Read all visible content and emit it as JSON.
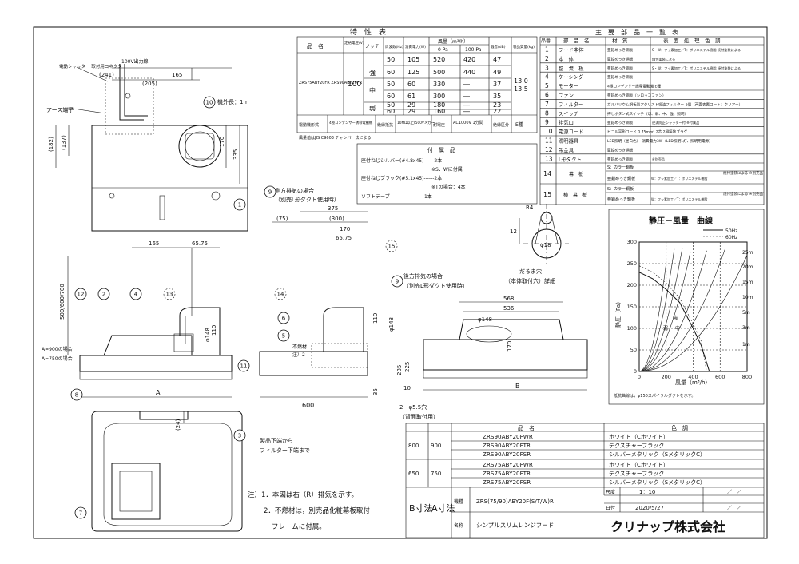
{
  "spec": {
    "title": "特　性　表",
    "h_name": "品　名",
    "h_volt": "定格電圧(V)",
    "h_notch": "ノッチ",
    "h_freq": "周波数(Hz)",
    "h_power": "消費電力(W)",
    "h_flow": "風量（m³/h）",
    "h_flow0": "0 Pa",
    "h_flow100": "100 Pa",
    "h_noise": "騒音(dB)",
    "h_mass": "製品質量(kg)",
    "models": "ZRS75ABY20FR ZRS90ABY20FR",
    "volt": "100",
    "notches": [
      "強",
      "中",
      "弱"
    ],
    "rows": [
      [
        "50",
        "105",
        "520",
        "420",
        "47"
      ],
      [
        "60",
        "125",
        "500",
        "440",
        "49"
      ],
      [
        "50",
        "60",
        "330",
        "―",
        "37"
      ],
      [
        "60",
        "61",
        "300",
        "―",
        "35"
      ],
      [
        "50",
        "29",
        "180",
        "―",
        "23"
      ],
      [
        "60",
        "29",
        "160",
        "―",
        "22"
      ]
    ],
    "mass": [
      "13.0",
      "13.5"
    ],
    "foot_motor_h": "電動機形式",
    "foot_motor": "4極コンデンサー誘導電動機",
    "foot_ins_h": "絶縁抵抗",
    "foot_ins": "10MΩ以上(500Vメガー)",
    "foot_vol_h": "耐電圧",
    "foot_vol": "AC1000V 1分間",
    "foot_cls_h": "絶縁区分",
    "foot_cls": "E種",
    "note": "風量值はJIS C9603 チャンバー法による"
  },
  "acc": {
    "title": "付　属　品",
    "l1": "座付ねじシルバー(#4.8x45)------2本",
    "l2": "※S．Wに付属",
    "l3": "座付ねじブラック(#5.1x45)------2本",
    "l4": "※Tの場合：4本",
    "l5": "ソフトテープ--------------------1本"
  },
  "parts": {
    "title": "主　要　部　品　一　覧　表",
    "h_no": "品番",
    "h_name": "部　品　名",
    "h_mat": "材　質",
    "h_fin": "表　面　処　理　色　調",
    "rows": [
      {
        "no": "1",
        "name": "フード本体",
        "mat": "亜鉛めっき鋼板",
        "fin": "S・W：フッ素加工／T：ポリエステル樹脂 焼付塗装による"
      },
      {
        "no": "2",
        "name": "本　体",
        "mat": "亜鉛めっき鋼板",
        "fin": "焼付塗装による"
      },
      {
        "no": "3",
        "name": "整　流　板",
        "mat": "亜鉛めっき鋼板",
        "fin": "S・W：フッ素加工／T：ポリエステル樹脂 焼付塗装による"
      },
      {
        "no": "4",
        "name": "ケーシング",
        "mat": "亜鉛めっき鋼板",
        "fin": ""
      },
      {
        "no": "5",
        "name": "モーター",
        "mat": "4極コンデンサー誘導電動機 E種",
        "fin": ""
      },
      {
        "no": "6",
        "name": "ファン",
        "mat": "亜鉛めっき鋼板（シロッコファン）",
        "fin": ""
      },
      {
        "no": "7",
        "name": "フィルター",
        "mat": "ガルバリウム鋼板製アクリスト吸油フィルター 1個（両面表裏コート：クリアー）",
        "fin": ""
      },
      {
        "no": "8",
        "name": "スイッチ",
        "mat": "押しボタン式スイッチ（切、弱、中、強、照明）",
        "fin": ""
      },
      {
        "no": "9",
        "name": "排気口",
        "mat": "亜鉛めっき鋼板",
        "fin": "逆流防止シャッター付 ※付属品"
      },
      {
        "no": "10",
        "name": "電源コード",
        "mat": "ビニル平形コード 0.75mm² 2芯 2極接地プラグ",
        "fin": ""
      },
      {
        "no": "11",
        "name": "照明器具",
        "mat": "LED照明（昼白色）　消費電力3W（LED照明1灯、照明用電源）",
        "fin": ""
      },
      {
        "no": "12",
        "name": "吊金具",
        "mat": "亜鉛めっき鋼板",
        "fin": ""
      },
      {
        "no": "13",
        "name": "L形ダクト",
        "mat": "亜鉛めっき鋼板",
        "fin": "※別売品"
      }
    ],
    "r14_no": "14",
    "r14_name": "幕　板",
    "r14_a": "S：カラー鋼板",
    "r14_b": "亜鉛めっき鋼板",
    "r14_bfin": "W：フッ素加工／T：ポリエステル樹脂",
    "r14_fin": "焼付塗装による ※別売品",
    "r15_no": "15",
    "r15_name": "横　幕　板",
    "r15_a": "S：カラー鋼板",
    "r15_b": "亜鉛めっき鋼板",
    "r15_bfin": "W：フッ素加工／T：ポリエステル樹脂",
    "r15_fin": "焼付塗装による ※別売品"
  },
  "chart_data": {
    "type": "line",
    "title": "静圧－風量　曲線",
    "legend": [
      "50Hz",
      "60Hz"
    ],
    "legend_placement": "top-right",
    "ylabel": "静圧（Pa）",
    "xlabel": "風量（m³/h）",
    "x_ticks": [
      "0",
      "200",
      "400",
      "600",
      "800"
    ],
    "y_ticks": [
      "0",
      "50",
      "100",
      "150",
      "200",
      "250",
      "300"
    ],
    "xlim": [
      0,
      800
    ],
    "ylim": [
      0,
      300
    ],
    "curve_labels": [
      "強",
      "中",
      "弱"
    ],
    "duct_labels": [
      "1m",
      "3m",
      "5m",
      "10m",
      "15m",
      "20m",
      "25m"
    ],
    "series": [
      {
        "name": "50Hz",
        "x": [
          0,
          100,
          200,
          300,
          400,
          460,
          520
        ],
        "y": [
          230,
          215,
          190,
          160,
          100,
          60,
          0
        ]
      },
      {
        "name": "60Hz",
        "x": [
          0,
          100,
          200,
          300,
          400,
          460,
          500
        ],
        "y": [
          245,
          230,
          205,
          170,
          110,
          70,
          0
        ]
      }
    ],
    "note": "抵抗曲線は，φ150スパイラルダクトを示す。"
  },
  "hole": {
    "r": "R4",
    "d": "φ18",
    "h": "12",
    "label1": "だるま穴",
    "label2": "（本体取付穴）詳細"
  },
  "drawing": {
    "cord_label": "100V出力線",
    "shutter_label": "電動シャッター 取付用コネクター",
    "earth_label": "アース端子",
    "cord_len": "機外長：1m",
    "side_duct": "側方排気の場合",
    "side_duct2": "（別売L形ダクト使用時）",
    "back_duct": "後方排気の場合",
    "back_duct2": "（別売L形ダクト使用時）",
    "non_mat": "不燃材",
    "non_mat2": "注）2",
    "a900": "A=900の場合",
    "a750": "A=750の場合",
    "height_range": "500/600/700",
    "bottom_note1": "製品下端から",
    "bottom_note2": "フィルター下端まで",
    "back_hole": "2－φ5.5穴",
    "back_hole2": "（背面取付用）",
    "dims": [
      "(241)",
      "(205)",
      "165",
      "(182)",
      "(137)",
      "170",
      "335",
      "165",
      "65.75",
      "110",
      "φ148",
      "375",
      "(75)",
      "(300)",
      "170",
      "65.75",
      "110",
      "φ148",
      "35",
      "235",
      "225",
      "10",
      "600",
      "568",
      "536",
      "φ148",
      "170",
      "(24)",
      "A",
      "B"
    ],
    "balloons": [
      "1",
      "2",
      "3",
      "4",
      "5",
      "6",
      "7",
      "8",
      "9",
      "10",
      "11",
      "12",
      "13",
      "14",
      "15"
    ]
  },
  "notes": {
    "n1": "注）1．本図は右（R）排気を示す。",
    "n2": "2．不燃材は，別売品化粧幕板取付",
    "n3": "フレームに付属。"
  },
  "tb": {
    "h_hinmei": "品　名",
    "h_color": "色　調",
    "b1": "800",
    "a1": "900",
    "b2": "650",
    "a2": "750",
    "rows": [
      [
        "ZRS90ABY20FWR",
        "ホワイト（Cホワイト）"
      ],
      [
        "ZRS90ABY20FTR",
        "テクスチャーブラック"
      ],
      [
        "ZRS90ABY20FSR",
        "シルバーメタリック（SメタリックC）"
      ],
      [
        "ZRS75ABY20FWR",
        "ホワイト（Cホワイト）"
      ],
      [
        "ZRS75ABY20FTR",
        "テクスチャーブラック"
      ],
      [
        "ZRS75ABY20FSR",
        "シルバーメタリック（SメタリックC）"
      ]
    ],
    "b_dim": "B寸法",
    "a_dim": "A寸法",
    "kishu_h": "機種",
    "kishu": "ZRS(75/90)ABY20F(S/T/W)R",
    "scale_h": "尺度",
    "scale": "1：10",
    "date_h": "日付",
    "date": "2020/5/27",
    "slash": "／　／",
    "name_h": "名称",
    "name": "シンプルスリムレンジフード",
    "company": "クリナップ株式会社"
  }
}
